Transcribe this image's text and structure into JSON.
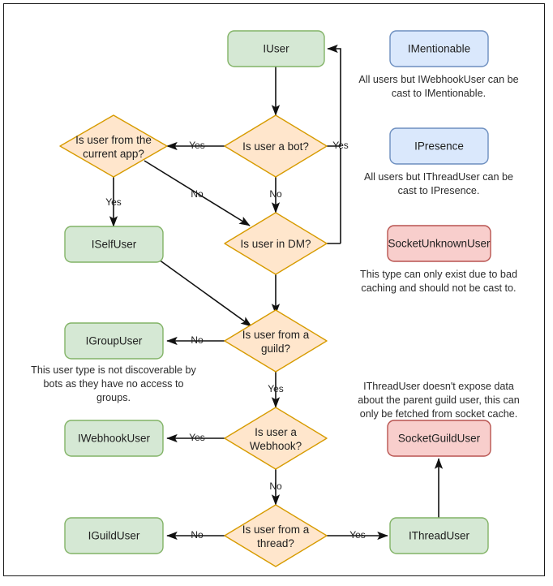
{
  "diagram": {
    "title": "Discord.Net user type resolution flowchart",
    "frame_border_color": "#1a1a1a",
    "background": "#ffffff",
    "palette": {
      "green_fill": "#d5e8d4",
      "green_stroke": "#82b366",
      "orange_fill": "#ffe6cc",
      "orange_stroke": "#d79b00",
      "blue_fill": "#dae8fc",
      "blue_stroke": "#6c8ebf",
      "red_fill": "#f8cecc",
      "red_stroke": "#b85450",
      "edge_color": "#111111",
      "text_color": "#1f1f1f"
    }
  },
  "nodes": {
    "iuser": {
      "label": "IUser",
      "type": "process",
      "color": "green"
    },
    "is_bot": {
      "label": "Is user a bot?",
      "lines": [
        "Is user a bot?"
      ],
      "type": "decision",
      "color": "orange"
    },
    "is_current_app": {
      "label": "Is user from the current app?",
      "lines": [
        "Is user from the",
        "current app?"
      ],
      "type": "decision",
      "color": "orange"
    },
    "iselfuser": {
      "label": "ISelfUser",
      "type": "process",
      "color": "green"
    },
    "is_dm": {
      "label": "Is user in DM?",
      "lines": [
        "Is user in DM?"
      ],
      "type": "decision",
      "color": "orange"
    },
    "is_guild": {
      "label": "Is user from a guild?",
      "lines": [
        "Is user from a",
        "guild?"
      ],
      "type": "decision",
      "color": "orange"
    },
    "igroupuser": {
      "label": "IGroupUser",
      "type": "process",
      "color": "green"
    },
    "is_webhook": {
      "label": "Is user a Webhook?",
      "lines": [
        "Is user a",
        "Webhook?"
      ],
      "type": "decision",
      "color": "orange"
    },
    "iwebhookuser": {
      "label": "IWebhookUser",
      "type": "process",
      "color": "green"
    },
    "is_thread": {
      "label": "Is user from a thread?",
      "lines": [
        "Is user from a",
        "thread?"
      ],
      "type": "decision",
      "color": "orange"
    },
    "iguilduser": {
      "label": "IGuildUser",
      "type": "process",
      "color": "green"
    },
    "ithreaduser": {
      "label": "IThreadUser",
      "type": "process",
      "color": "green"
    },
    "imentionable": {
      "label": "IMentionable",
      "type": "process",
      "color": "blue"
    },
    "ipresence": {
      "label": "IPresence",
      "type": "process",
      "color": "blue"
    },
    "socketunknownuser": {
      "label": "SocketUnknownUser",
      "type": "process",
      "color": "red"
    },
    "socketguilduser": {
      "label": "SocketGuildUser",
      "type": "process",
      "color": "red"
    }
  },
  "edge_labels": {
    "bot_yes": "Yes",
    "bot_no": "No",
    "dm_yes": "Yes",
    "dm_no": "No",
    "current_app_yes": "Yes",
    "current_app_no": "No",
    "guild_no": "No",
    "guild_yes": "Yes",
    "webhook_yes": "Yes",
    "webhook_no": "No",
    "thread_no": "No",
    "thread_yes": "Yes"
  },
  "notes": {
    "imentionable": [
      "All users but IWebhookUser can be",
      "cast to IMentionable."
    ],
    "ipresence": [
      "All users but IThreadUser can be",
      "cast to IPresence."
    ],
    "socketunknownuser": [
      "This type can only exist due to bad",
      "caching and should not be cast to."
    ],
    "igroupuser": [
      "This user type is not discoverable by",
      "bots as they have no access to",
      "groups."
    ],
    "socketguilduser": [
      "IThreadUser doesn't expose data",
      "about the parent guild user, this can",
      "only be fetched from socket cache."
    ]
  }
}
